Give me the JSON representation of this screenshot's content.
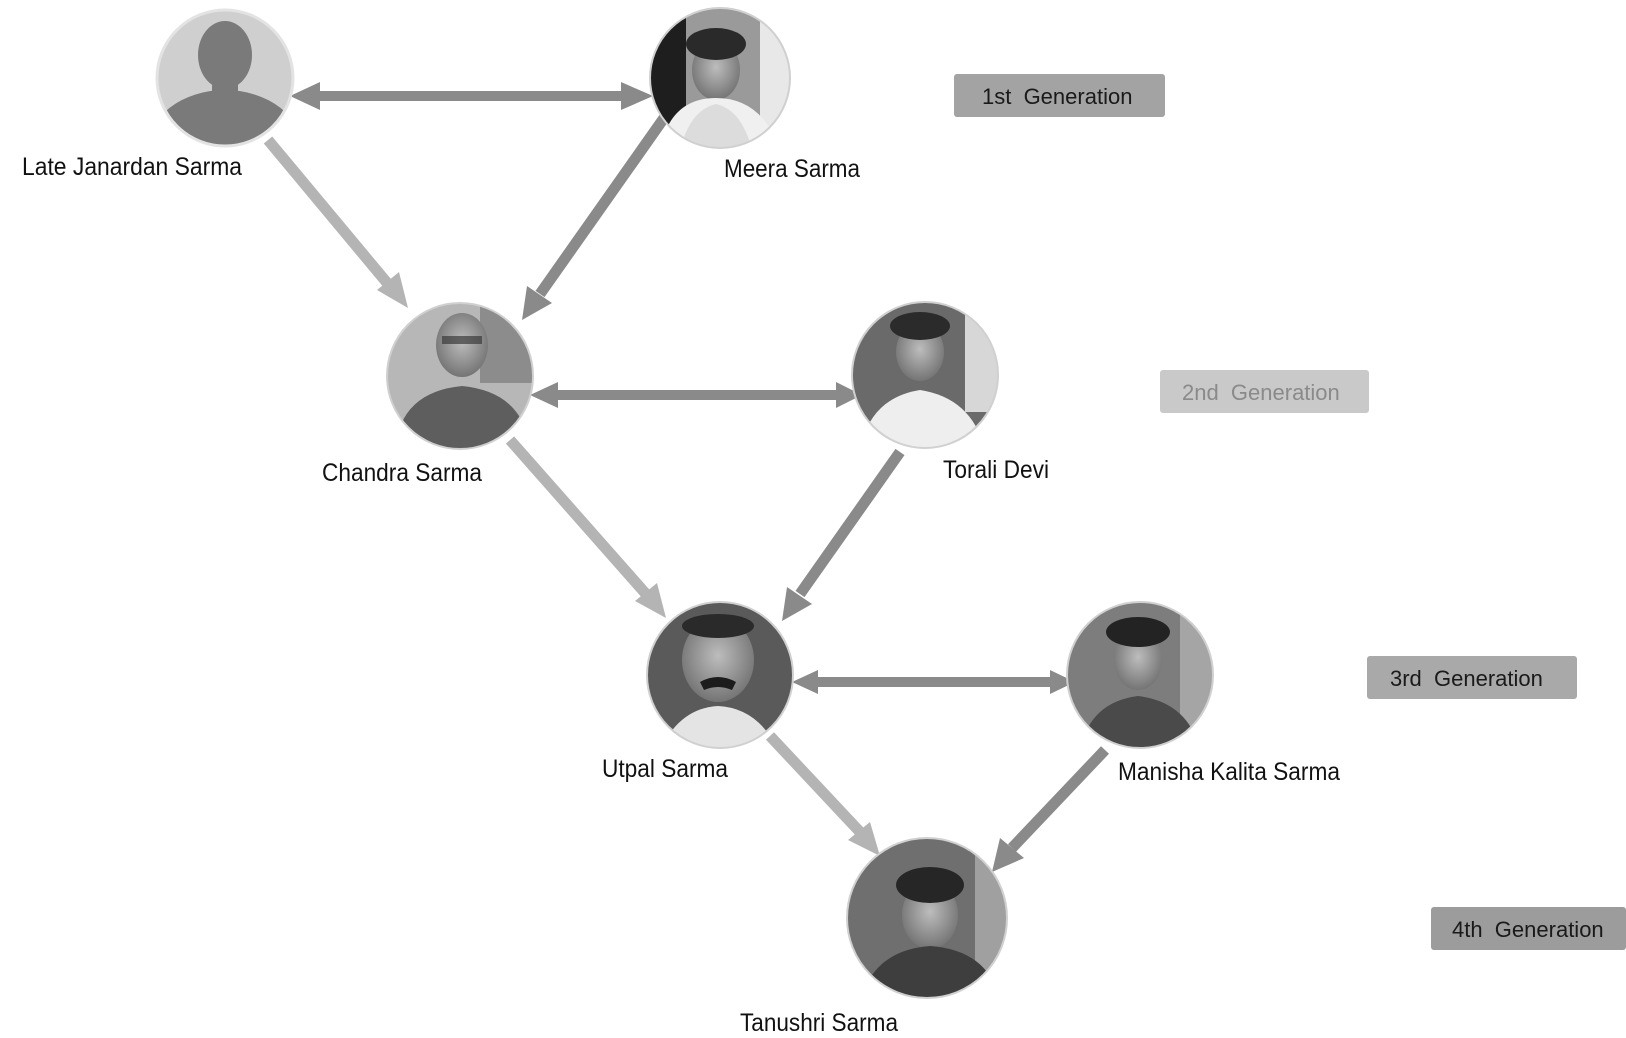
{
  "people": {
    "janardan": "Late Janardan Sarma",
    "meera": "Meera Sarma",
    "chandra": "Chandra Sarma",
    "torali": "Torali Devi",
    "utpal": "Utpal Sarma",
    "manisha": "Manisha Kalita Sarma",
    "tanushri": "Tanushri Sarma"
  },
  "generations": {
    "first": "1st  Generation",
    "second": "2nd  Generation",
    "third": "3rd  Generation",
    "fourth": "4th  Generation"
  },
  "colors": {
    "arrow_dark": "#8a8a8a",
    "arrow_light": "#b4b4b4",
    "badge_dark": "#a3a3a3",
    "badge_light": "#c9c9c9",
    "photo_ring": "#d0d0d0"
  }
}
